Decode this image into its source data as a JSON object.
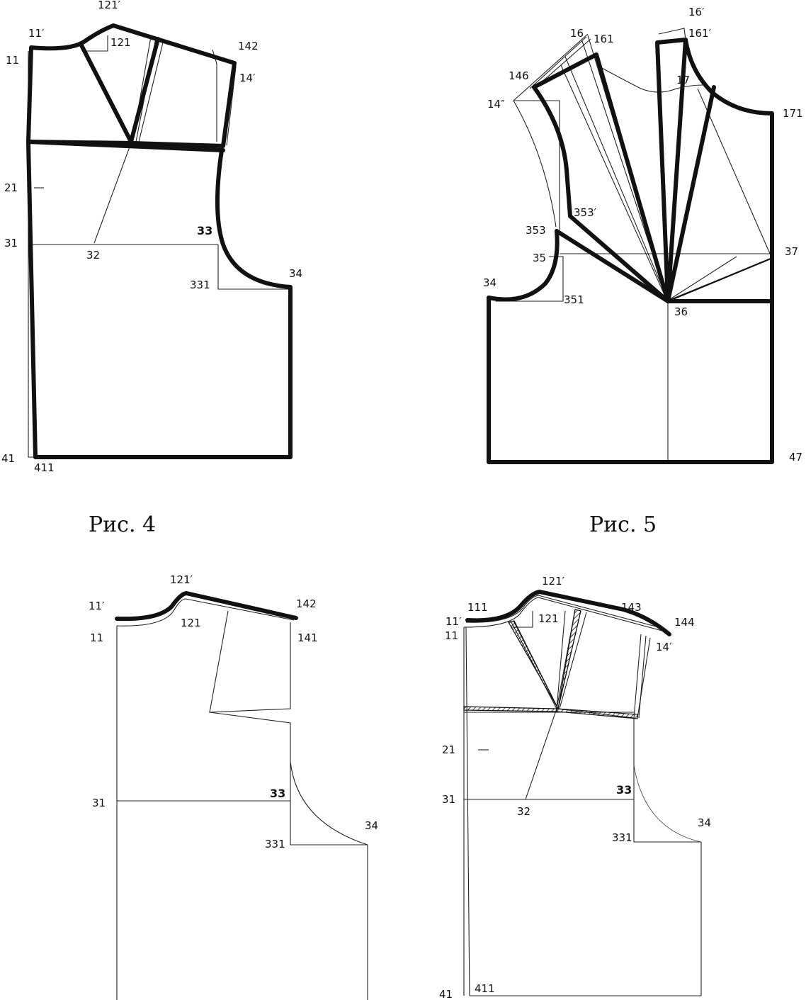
{
  "captions": {
    "fig4": "Рис. 4",
    "fig5": "Рис. 5"
  },
  "fig_a": {
    "labels": {
      "p121p": "121′",
      "p11p": "11′",
      "p11": "11",
      "p121": "121",
      "p142": "142",
      "p14p": "14′",
      "p21": "21",
      "p31": "31",
      "p32": "32",
      "p33": "33",
      "p331": "331",
      "p34": "34",
      "p41": "41",
      "p411": "411"
    }
  },
  "fig_b": {
    "labels": {
      "p16p": "16′",
      "p16": "16",
      "p161": "161",
      "p161p": "161′",
      "p146": "146",
      "p14pp": "14″",
      "p17": "17",
      "p171": "171",
      "p353p": "353′",
      "p353": "353",
      "p35": "35",
      "p37": "37",
      "p34": "34",
      "p351": "351",
      "p36": "36",
      "p47": "47"
    }
  },
  "fig_c": {
    "labels": {
      "p121p": "121′",
      "p11p": "11′",
      "p142": "142",
      "p121": "121",
      "p11": "11",
      "p141": "141",
      "p31": "31",
      "p33": "33",
      "p34": "34",
      "p331": "331"
    }
  },
  "fig_d": {
    "labels": {
      "p121p": "121′",
      "p111": "111",
      "p143": "143",
      "p11p": "11′",
      "p121": "121",
      "p144": "144",
      "p11": "11",
      "p14p": "14′",
      "p21": "21",
      "p31": "31",
      "p32": "32",
      "p33": "33",
      "p331": "331",
      "p34": "34",
      "p41": "41",
      "p411": "411"
    }
  }
}
